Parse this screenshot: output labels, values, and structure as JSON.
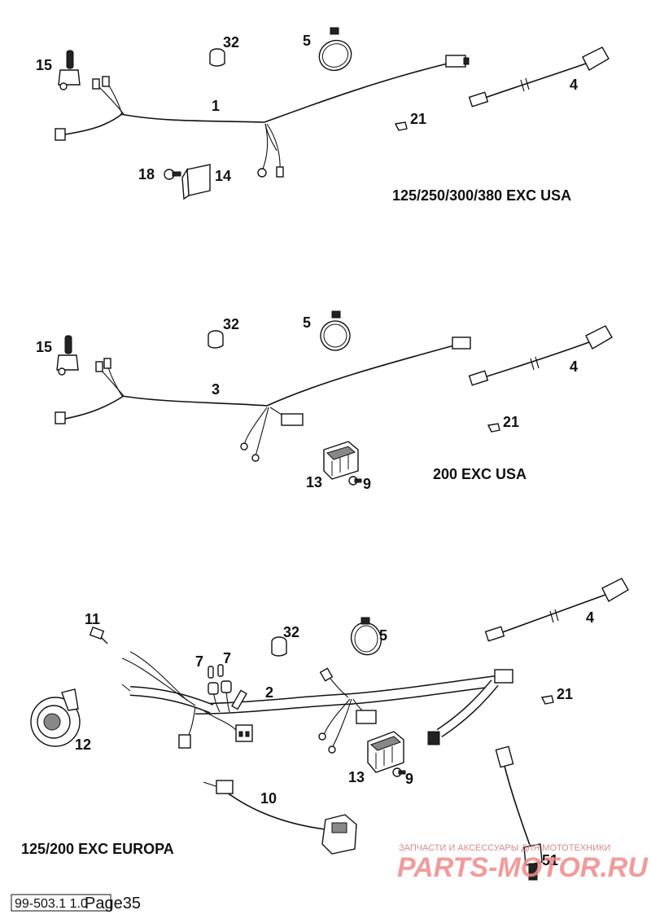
{
  "sections": [
    {
      "heading": "125/250/300/380 EXC USA"
    },
    {
      "heading": "200 EXC USA"
    },
    {
      "heading": "125/200 EXC EUROPA"
    }
  ],
  "callouts": {
    "s1": {
      "c15": "15",
      "c32": "32",
      "c5": "5",
      "c1": "1",
      "c4": "4",
      "c21": "21",
      "c18": "18",
      "c14": "14"
    },
    "s2": {
      "c15": "15",
      "c32": "32",
      "c5": "5",
      "c3": "3",
      "c4": "4",
      "c21": "21",
      "c13": "13",
      "c9": "9"
    },
    "s3": {
      "c11": "11",
      "c7a": "7",
      "c7b": "7",
      "c32": "32",
      "c5": "5",
      "c4": "4",
      "c2": "2",
      "c21": "21",
      "c12": "12",
      "c13": "13",
      "c9": "9",
      "c10": "10",
      "c51": "51"
    }
  },
  "watermark": {
    "tagline": "ЗАПЧАСТИ И АКСЕССУАРЫ ДЛЯ МОТОТЕХНИКИ",
    "brand": "PARTS-MOTOR.RU"
  },
  "footer": {
    "doc_id": "99-503.1 1.0",
    "page_label": "Page35"
  },
  "colors": {
    "ink": "#111111",
    "watermark": "#f08a8a"
  }
}
